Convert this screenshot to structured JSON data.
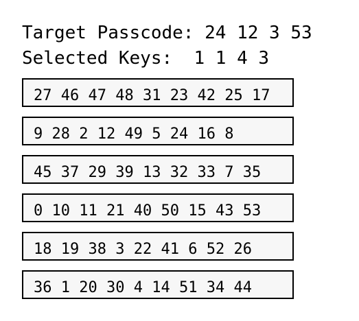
{
  "header": {
    "target_label": "Target Passcode:",
    "target_code": "24 12 3 53",
    "selected_label": "Selected Keys:",
    "selected_keys": "1 1 4 3"
  },
  "key_rows": [
    [
      "27",
      "46",
      "47",
      "48",
      "31",
      "23",
      "42",
      "25",
      "17"
    ],
    [
      "9",
      "28",
      "2",
      "12",
      "49",
      "5",
      "24",
      "16",
      "8"
    ],
    [
      "45",
      "37",
      "29",
      "39",
      "13",
      "32",
      "33",
      "7",
      "35"
    ],
    [
      "0",
      "10",
      "11",
      "21",
      "40",
      "50",
      "15",
      "43",
      "53"
    ],
    [
      "18",
      "19",
      "38",
      "3",
      "22",
      "41",
      "6",
      "52",
      "26"
    ],
    [
      "36",
      "1",
      "20",
      "30",
      "4",
      "14",
      "51",
      "34",
      "44"
    ]
  ]
}
